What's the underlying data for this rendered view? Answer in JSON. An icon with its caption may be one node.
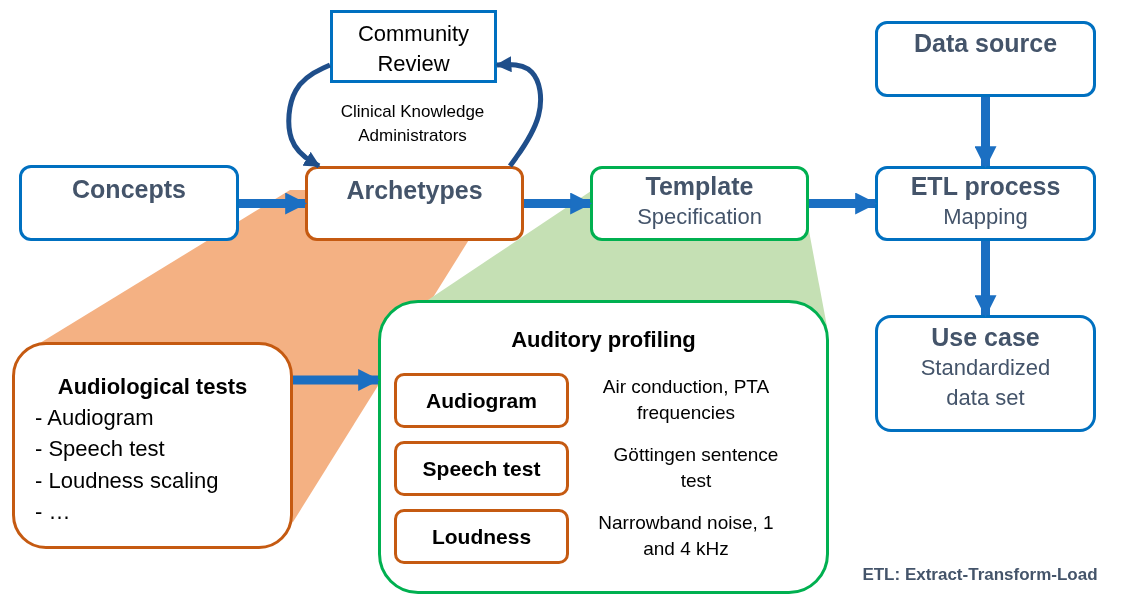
{
  "diagram": {
    "nodes": [
      {
        "text": [
          "Community Review"
        ]
      },
      {
        "text": [
          "Concepts"
        ]
      },
      {
        "text": [
          "Archetypes"
        ]
      },
      {
        "text": [
          "Template",
          "Specification"
        ]
      },
      {
        "text": [
          "Data source"
        ]
      },
      {
        "text": [
          "ETL process",
          "Mapping"
        ]
      },
      {
        "text": [
          "Use case",
          "Standardized data set"
        ]
      },
      {
        "text": [
          "Audiological tests",
          "- Audiogram",
          "- Speech test",
          "- Loudness scaling",
          "- …"
        ]
      },
      {
        "text": [
          "Auditory profiling"
        ]
      },
      {
        "text": [
          "Audiogram"
        ],
        "in": 8,
        "beside": [
          "Air conduction, PTA frequencies"
        ]
      },
      {
        "text": [
          "Speech test"
        ],
        "in": 8,
        "beside": [
          "Göttingen sentence test"
        ]
      },
      {
        "text": [
          "Loudness"
        ],
        "in": 8,
        "beside": [
          "Narrowband noise, 1 and 4 kHz"
        ]
      }
    ],
    "edges": [
      {
        "from": 0,
        "to": 2,
        "arrow": "to"
      },
      {
        "from": 2,
        "to": 0,
        "arrow": "to"
      },
      {
        "from": 1,
        "to": 2,
        "arrow": "to"
      },
      {
        "from": 2,
        "to": 3,
        "arrow": "to"
      },
      {
        "from": 3,
        "to": 5,
        "arrow": "to"
      },
      {
        "from": 4,
        "to": 5,
        "arrow": "to"
      },
      {
        "from": 5,
        "to": 6,
        "arrow": "to"
      },
      {
        "from": 7,
        "to": 8,
        "arrow": "to"
      }
    ],
    "labels": [
      "Clinical Knowledge Administrators",
      "ETL: Extract-Transform-Load"
    ]
  }
}
